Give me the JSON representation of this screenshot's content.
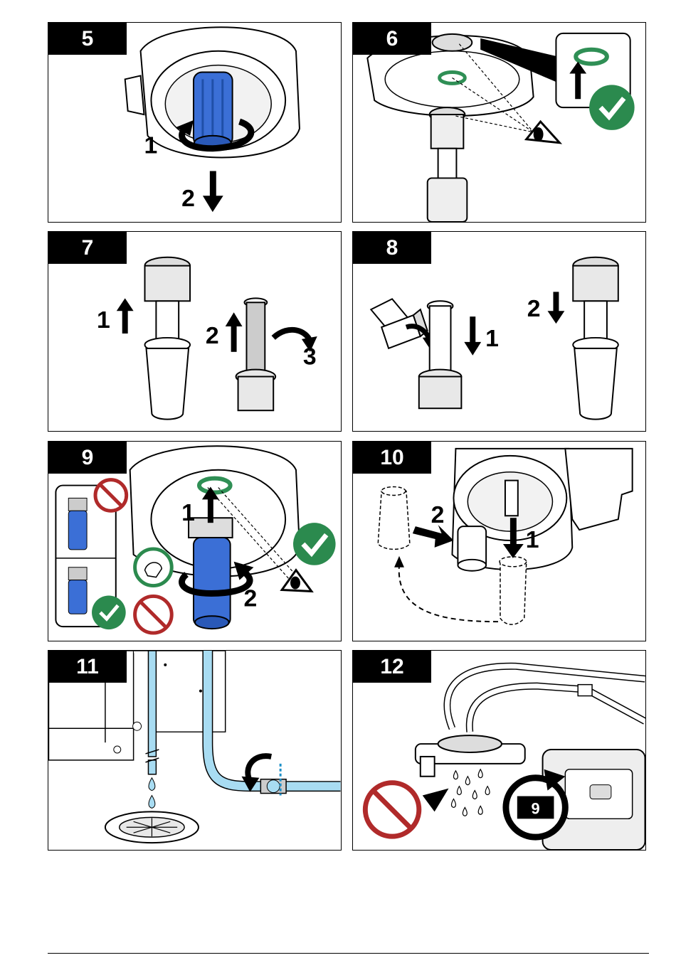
{
  "steps": [
    {
      "number": "5",
      "callouts": [
        "1",
        "2"
      ]
    },
    {
      "number": "6",
      "callouts": []
    },
    {
      "number": "7",
      "callouts": [
        "1",
        "2",
        "3"
      ]
    },
    {
      "number": "8",
      "callouts": [
        "1",
        "2"
      ]
    },
    {
      "number": "9",
      "callouts": [
        "1",
        "2"
      ]
    },
    {
      "number": "10",
      "callouts": [
        "1",
        "2"
      ]
    },
    {
      "number": "11",
      "callouts": []
    },
    {
      "number": "12",
      "callouts": [],
      "loop_label": "9"
    }
  ],
  "colors": {
    "filter_blue": "#3b6fd6",
    "tube_blue": "#a8dcf2",
    "ok_green": "#2b8a4e",
    "no_red": "#b02a2a",
    "seal_green": "#2f8f55",
    "frame": "#000000"
  },
  "icons": [
    "check-icon",
    "prohibited-icon",
    "eye-inspect-icon",
    "rotate-arrow-icon",
    "glove-hand-icon",
    "water-drop-icon"
  ]
}
